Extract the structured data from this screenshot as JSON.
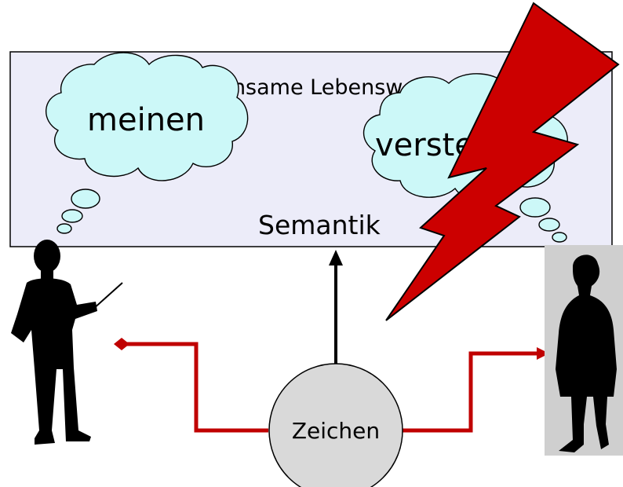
{
  "diagram": {
    "world_title": "Gemeinsame Lebenswelt",
    "speaker_thought": "meinen",
    "listener_thought": "verstehen",
    "semantics_label": "Semantik",
    "sign_label": "Zeichen"
  },
  "colors": {
    "world_fill": "#ececf9",
    "cloud_fill": "#ccf8f8",
    "signal_line": "#c00000",
    "lightning": "#cc0000",
    "sign_fill": "#d9d9d9",
    "listener_bg": "#cfcfcf",
    "silhouette": "#000000"
  },
  "icons": {
    "speaker": "man-pointing-silhouette-icon",
    "listener": "person-silhouette-icon",
    "disruption": "lightning-bolt-icon"
  }
}
